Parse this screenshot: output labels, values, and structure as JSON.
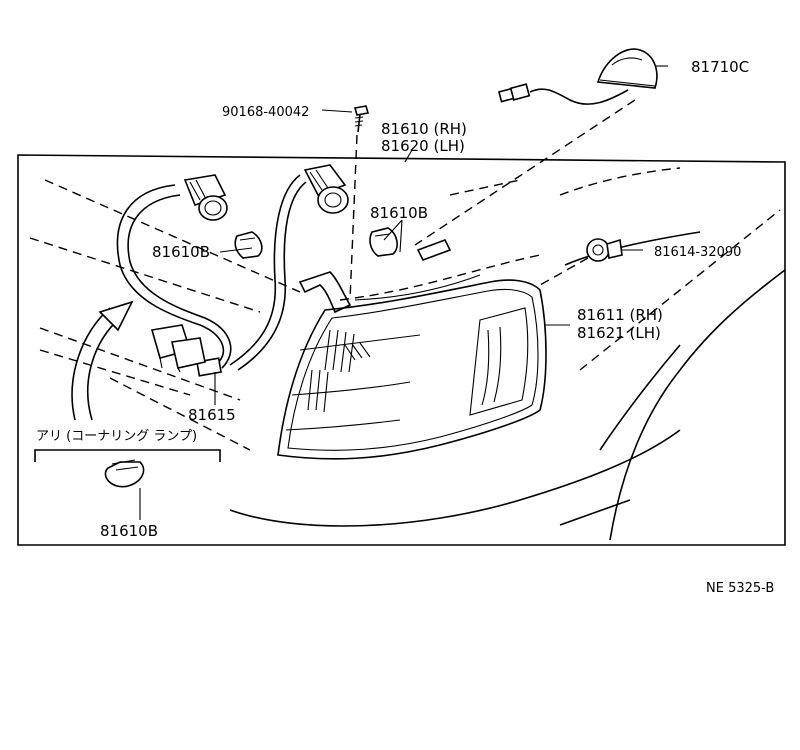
{
  "labels": {
    "side_marker": "81710C",
    "screw": "90168-40042",
    "bulb_socket_rh": "81610 (RH)",
    "bulb_socket_lh": "81620 (LH)",
    "wedge_bulb_right": "81610B",
    "wedge_bulb_left": "81610B",
    "clip": "81614-32090",
    "lens_rh": "81611 (RH)",
    "lens_lh": "81621 (LH)",
    "harness": "81615",
    "cornering_note": "アリ (コーナリング ランプ)",
    "cornering_bulb": "81610B",
    "drawing_code": "NE  5325-B"
  }
}
